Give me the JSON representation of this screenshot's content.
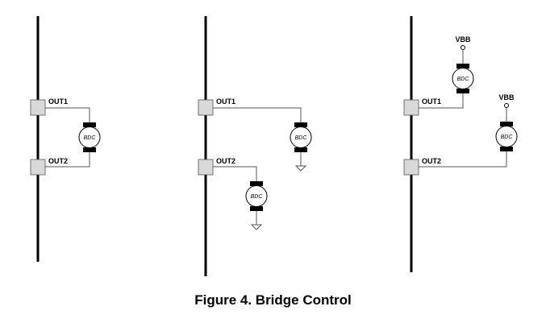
{
  "figure": {
    "caption": "Figure 4.  Bridge Control",
    "colors": {
      "bus": "#000000",
      "pin_fill": "#d9d9d9",
      "pin_stroke": "#555555",
      "wire": "#555555",
      "motor_cap": "#000000"
    }
  },
  "panels": [
    {
      "id": "full-bridge",
      "pins": [
        {
          "label": "OUT1"
        },
        {
          "label": "OUT2"
        }
      ],
      "motors": [
        {
          "label": "BDC",
          "connects": [
            "OUT1",
            "OUT2"
          ]
        }
      ]
    },
    {
      "id": "low-side",
      "pins": [
        {
          "label": "OUT1"
        },
        {
          "label": "OUT2"
        }
      ],
      "motors": [
        {
          "label": "BDC",
          "connects": [
            "OUT1",
            "GND"
          ]
        },
        {
          "label": "BDC",
          "connects": [
            "OUT2",
            "GND"
          ]
        }
      ]
    },
    {
      "id": "high-side",
      "pins": [
        {
          "label": "OUT1"
        },
        {
          "label": "OUT2"
        }
      ],
      "motors": [
        {
          "label": "BDC",
          "connects": [
            "VBB",
            "OUT1"
          ],
          "supply_label": "VBB"
        },
        {
          "label": "BDC",
          "connects": [
            "VBB",
            "OUT2"
          ],
          "supply_label": "VBB"
        }
      ]
    }
  ]
}
